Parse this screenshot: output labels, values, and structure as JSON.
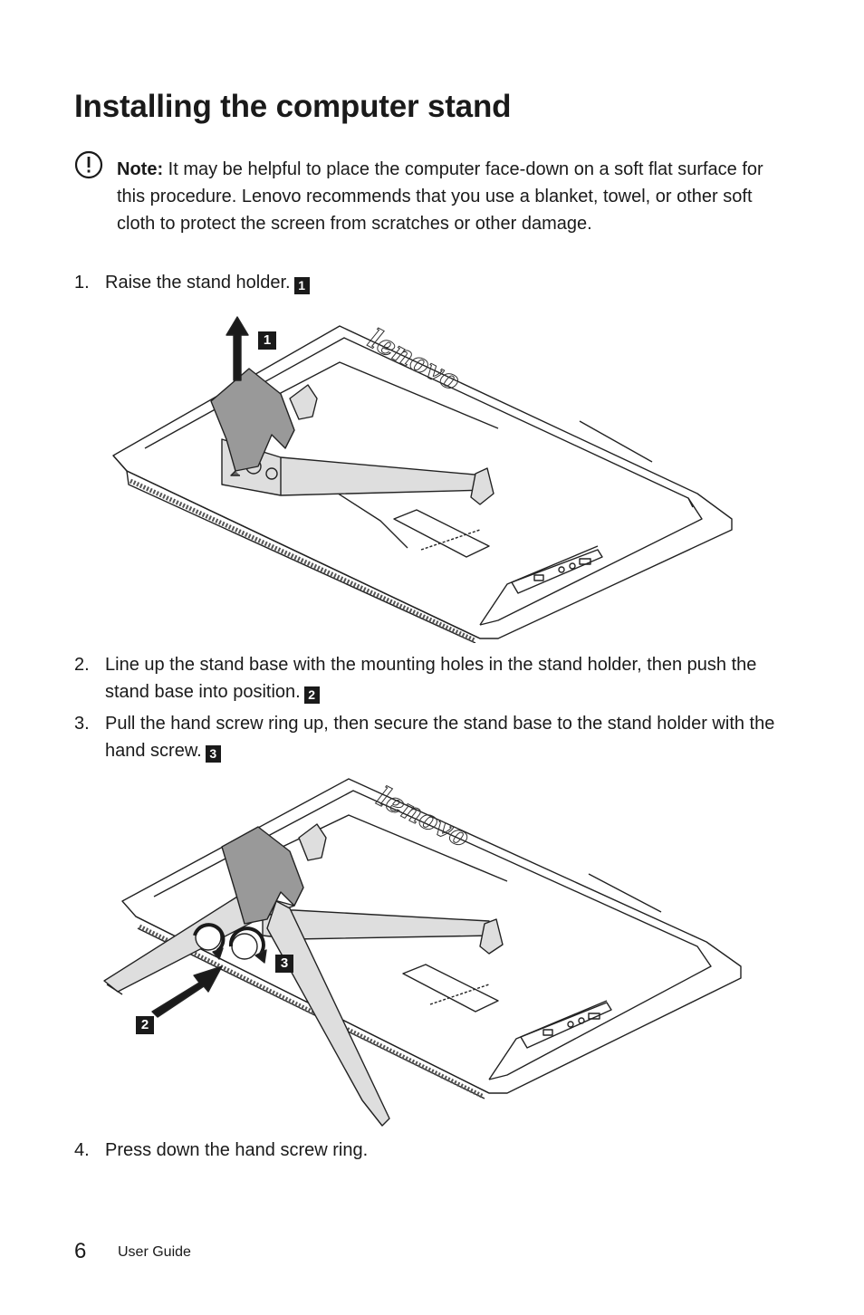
{
  "title": "Installing the computer stand",
  "note": {
    "label": "Note:",
    "text": " It may be helpful to place the computer face-down on a soft flat surface for this procedure. Lenovo recommends that you use a blanket, towel, or other soft cloth to protect the screen from scratches or other damage."
  },
  "steps": [
    {
      "num": "1.",
      "text": "Raise the stand holder.",
      "callout": "1"
    },
    {
      "num": "2.",
      "text": "Line up the stand base with the mounting holes in the stand holder, then push the stand base into position.",
      "callout": "2"
    },
    {
      "num": "3.",
      "text": "Pull the hand screw ring up, then secure the stand base to the stand holder with the hand screw.",
      "callout": "3"
    },
    {
      "num": "4.",
      "text": "Press down the hand screw ring.",
      "callout": ""
    }
  ],
  "figure1": {
    "callout": "1",
    "logo": "lenovo"
  },
  "figure2": {
    "callout_a": "3",
    "callout_b": "2",
    "logo": "lenovo"
  },
  "footer": {
    "page_number": "6",
    "label": "User Guide"
  }
}
